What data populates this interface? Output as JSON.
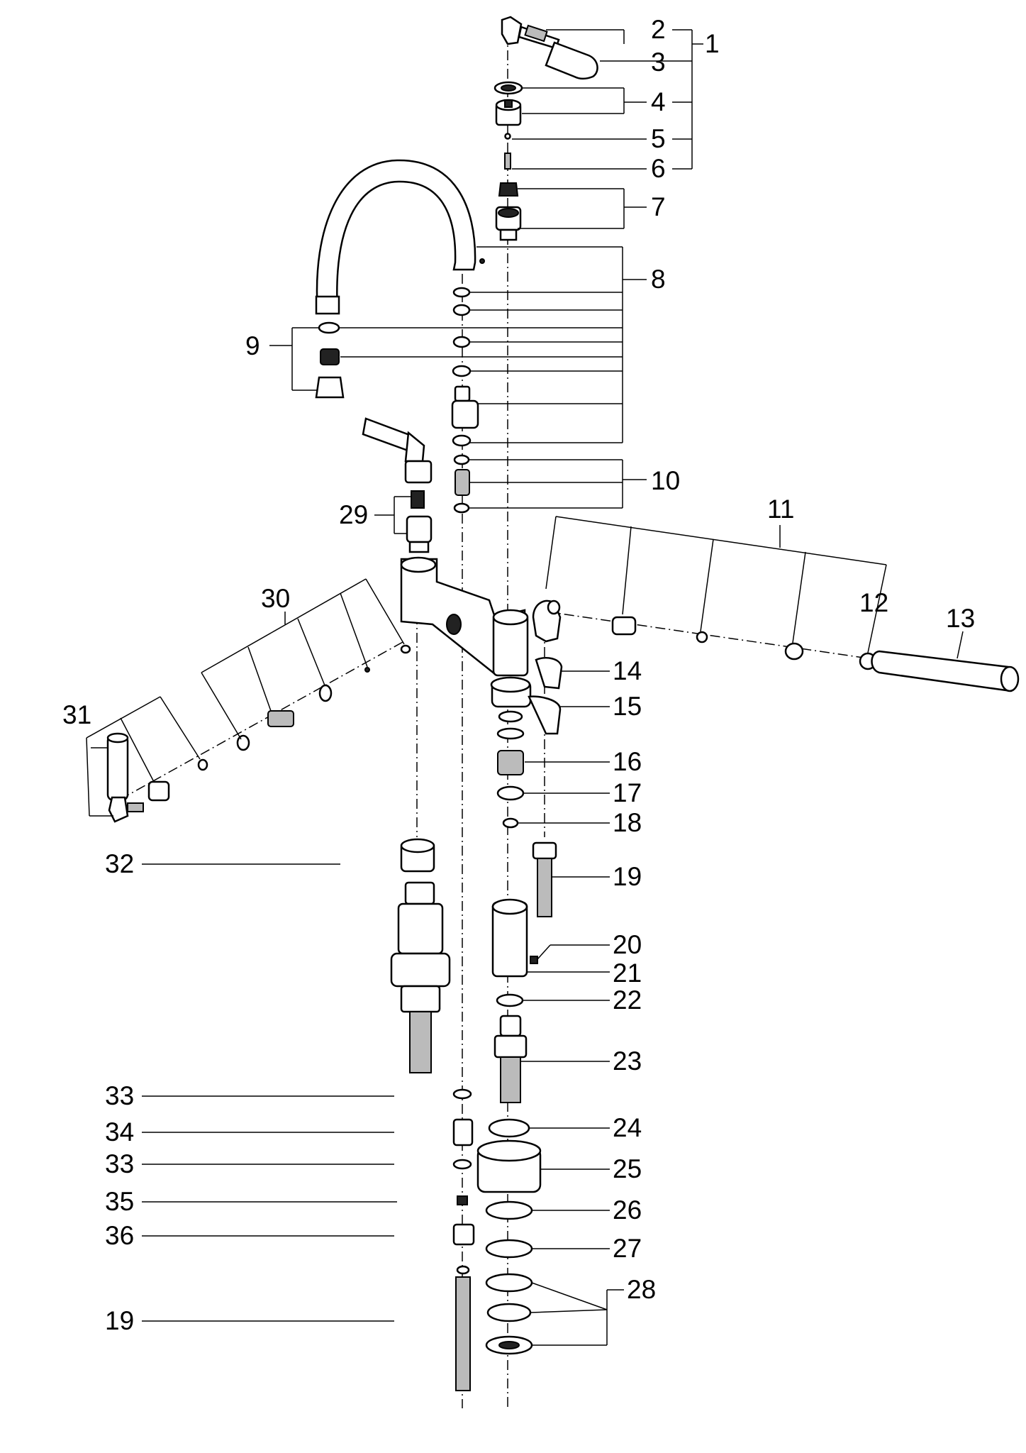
{
  "diagram": {
    "labels": {
      "p1": "1",
      "p2": "2",
      "p3": "3",
      "p4": "4",
      "p5": "5",
      "p6": "6",
      "p7": "7",
      "p8": "8",
      "p9": "9",
      "p10": "10",
      "p11": "11",
      "p12": "12",
      "p13": "13",
      "p14": "14",
      "p15": "15",
      "p16": "16",
      "p17": "17",
      "p18": "18",
      "p19a": "19",
      "p20": "20",
      "p21": "21",
      "p22": "22",
      "p23": "23",
      "p24": "24",
      "p25": "25",
      "p26": "26",
      "p27": "27",
      "p28": "28",
      "p29": "29",
      "p30": "30",
      "p31": "31",
      "p32": "32",
      "p33a": "33",
      "p34": "34",
      "p33b": "33",
      "p35": "35",
      "p36": "36",
      "p19b": "19"
    }
  }
}
